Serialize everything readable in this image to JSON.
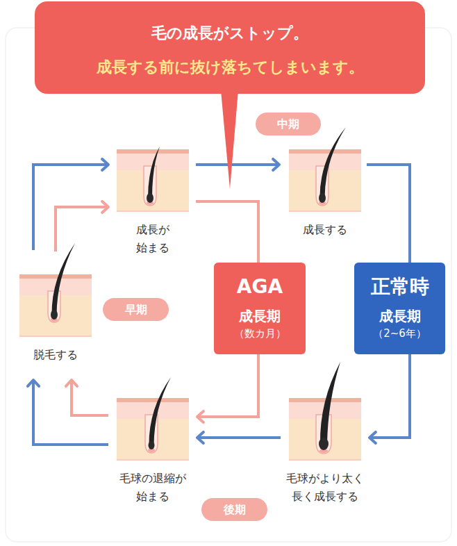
{
  "diagram": {
    "nodes": [
      {
        "text": [
          "毛の成長がストップ。",
          "成長する前に抜け落ちてしまいます。"
        ]
      },
      {
        "text": [
          "中期"
        ]
      },
      {
        "text": [
          "成長が 始まる"
        ]
      },
      {
        "text": [
          "成長する"
        ]
      },
      {
        "text": [
          "早期"
        ]
      },
      {
        "text": [
          "脱毛する"
        ]
      },
      {
        "text": [
          "AGA",
          "成長期",
          "（数カ月）"
        ]
      },
      {
        "text": [
          "正常時",
          "成長期",
          "（2~6年）"
        ]
      },
      {
        "text": [
          "毛球の退縮が 始まる"
        ]
      },
      {
        "text": [
          "毛球がより太く 長く成長する"
        ]
      },
      {
        "text": [
          "後期"
        ]
      }
    ],
    "edges": [
      {
        "from": 5,
        "to": 2,
        "arrow": "to"
      },
      {
        "from": 5,
        "to": 2,
        "arrow": "to"
      },
      {
        "from": 2,
        "to": 3,
        "arrow": "to"
      },
      {
        "from": 3,
        "to": 7,
        "arrow": "none"
      },
      {
        "from": 7,
        "to": 9,
        "arrow": "to"
      },
      {
        "from": 9,
        "to": 8,
        "arrow": "to"
      },
      {
        "from": 8,
        "to": 5,
        "arrow": "to"
      },
      {
        "from": 8,
        "to": 5,
        "arrow": "to"
      },
      {
        "from": 2,
        "to": 6,
        "arrow": "none"
      },
      {
        "from": 6,
        "to": 8,
        "arrow": "to"
      }
    ]
  }
}
